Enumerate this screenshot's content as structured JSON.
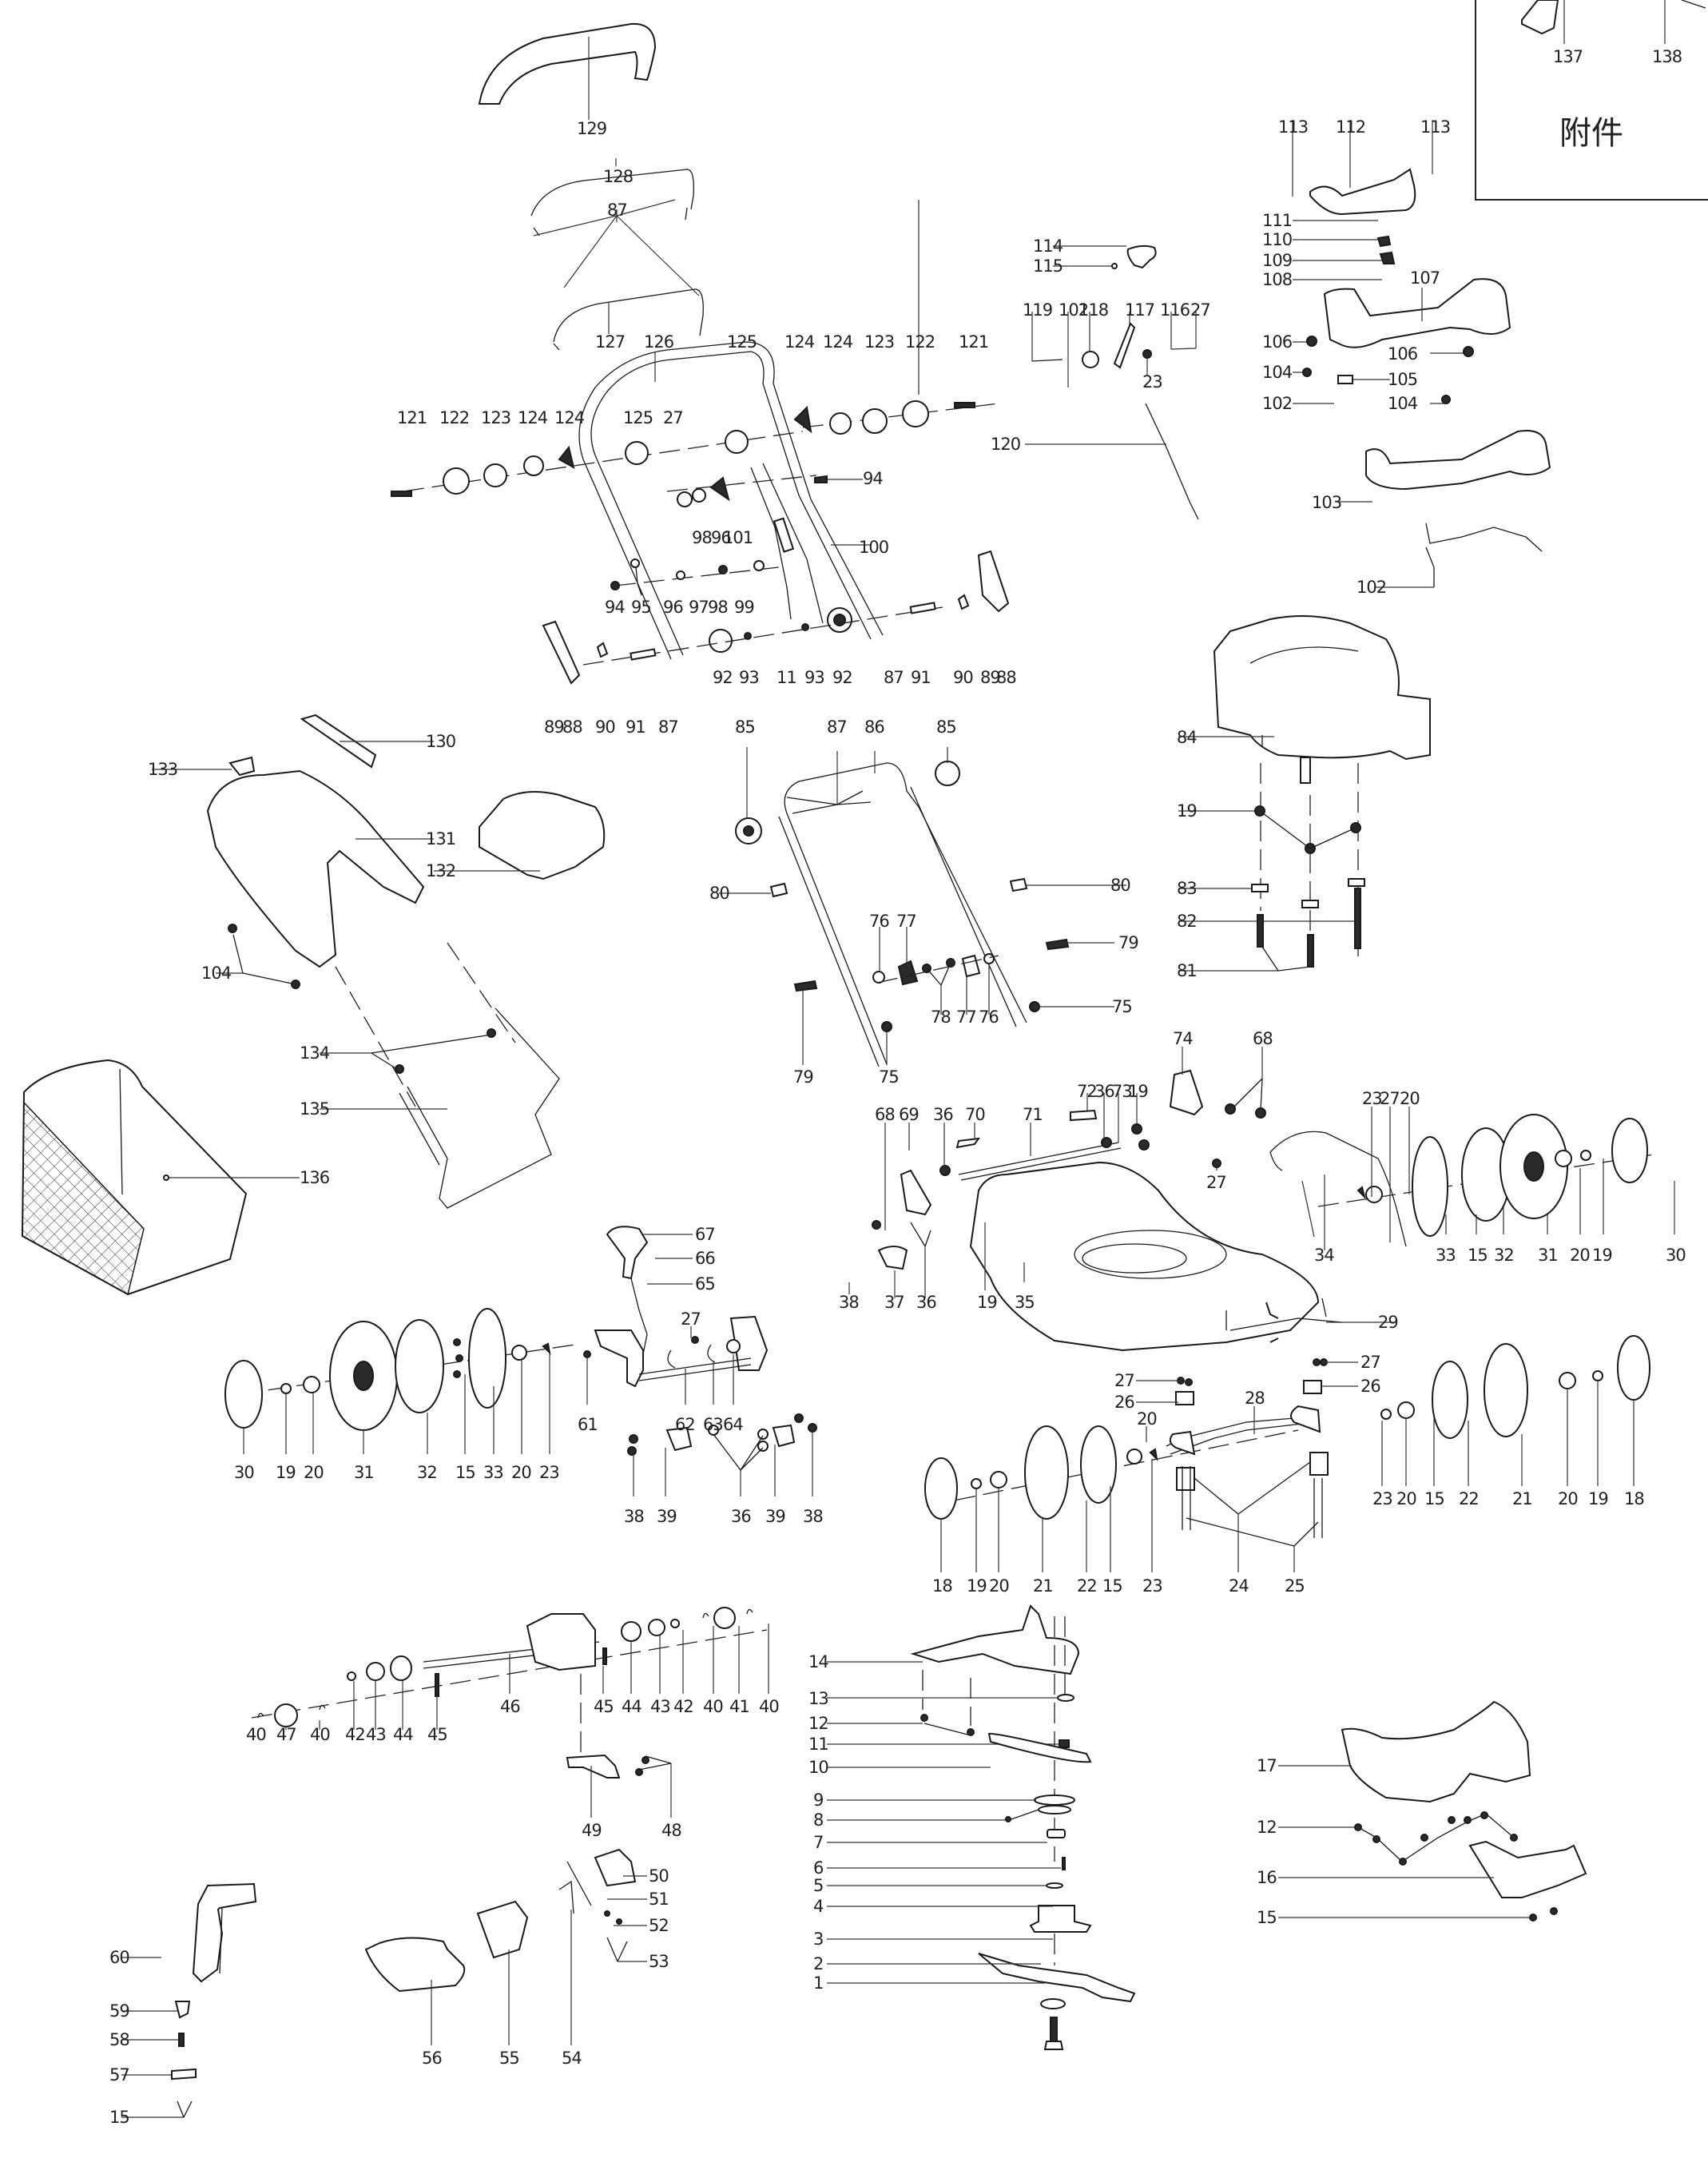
{
  "diagram": {
    "title": "Lawn mower exploded parts diagram",
    "accessory_box": {
      "title": "附件",
      "parts": [
        "137",
        "138"
      ]
    },
    "callouts": [
      {
        "id": "c129",
        "label": "129"
      },
      {
        "id": "c128",
        "label": "128"
      },
      {
        "id": "c87a",
        "label": "87"
      },
      {
        "id": "c127",
        "label": "127"
      },
      {
        "id": "c126",
        "label": "126"
      },
      {
        "id": "c125a",
        "label": "125"
      },
      {
        "id": "c124a",
        "label": "124"
      },
      {
        "id": "c124b",
        "label": "124"
      },
      {
        "id": "c123a",
        "label": "123"
      },
      {
        "id": "c122a",
        "label": "122"
      },
      {
        "id": "c121a",
        "label": "121"
      },
      {
        "id": "c121b",
        "label": "121"
      },
      {
        "id": "c122b",
        "label": "122"
      },
      {
        "id": "c123b",
        "label": "123"
      },
      {
        "id": "c124c",
        "label": "124"
      },
      {
        "id": "c124d",
        "label": "124"
      },
      {
        "id": "c125b",
        "label": "125"
      },
      {
        "id": "c27a",
        "label": "27"
      },
      {
        "id": "c94a",
        "label": "94"
      },
      {
        "id": "c98a",
        "label": "98"
      },
      {
        "id": "c96a",
        "label": "96"
      },
      {
        "id": "c101",
        "label": "101"
      },
      {
        "id": "c100",
        "label": "100"
      },
      {
        "id": "c94b",
        "label": "94"
      },
      {
        "id": "c95",
        "label": "95"
      },
      {
        "id": "c96b",
        "label": "96"
      },
      {
        "id": "c97",
        "label": "97"
      },
      {
        "id": "c98b",
        "label": "98"
      },
      {
        "id": "c99",
        "label": "99"
      },
      {
        "id": "c92a",
        "label": "92"
      },
      {
        "id": "c93a",
        "label": "93"
      },
      {
        "id": "c11",
        "label": "11"
      },
      {
        "id": "c93b",
        "label": "93"
      },
      {
        "id": "c92b",
        "label": "92"
      },
      {
        "id": "c87b",
        "label": "87"
      },
      {
        "id": "c91a",
        "label": "91"
      },
      {
        "id": "c90a",
        "label": "90"
      },
      {
        "id": "c89a",
        "label": "89"
      },
      {
        "id": "c88a",
        "label": "88"
      },
      {
        "id": "c89b",
        "label": "89"
      },
      {
        "id": "c88b",
        "label": "88"
      },
      {
        "id": "c90b",
        "label": "90"
      },
      {
        "id": "c91b",
        "label": "91"
      },
      {
        "id": "c87c",
        "label": "87"
      },
      {
        "id": "c114",
        "label": "114"
      },
      {
        "id": "c115",
        "label": "115"
      },
      {
        "id": "c119",
        "label": "119"
      },
      {
        "id": "c102a",
        "label": "102"
      },
      {
        "id": "c118",
        "label": "118"
      },
      {
        "id": "c117",
        "label": "117"
      },
      {
        "id": "c116",
        "label": "116"
      },
      {
        "id": "c27b",
        "label": "27"
      },
      {
        "id": "c23a",
        "label": "23"
      },
      {
        "id": "c120",
        "label": "120"
      },
      {
        "id": "c113a",
        "label": "113"
      },
      {
        "id": "c112",
        "label": "112"
      },
      {
        "id": "c113b",
        "label": "113"
      },
      {
        "id": "c111",
        "label": "111"
      },
      {
        "id": "c110",
        "label": "110"
      },
      {
        "id": "c109",
        "label": "109"
      },
      {
        "id": "c108",
        "label": "108"
      },
      {
        "id": "c107",
        "label": "107"
      },
      {
        "id": "c106a",
        "label": "106"
      },
      {
        "id": "c106b",
        "label": "106"
      },
      {
        "id": "c104a",
        "label": "104"
      },
      {
        "id": "c105",
        "label": "105"
      },
      {
        "id": "c102b",
        "label": "102"
      },
      {
        "id": "c104b",
        "label": "104"
      },
      {
        "id": "c103",
        "label": "103"
      },
      {
        "id": "c102c",
        "label": "102"
      },
      {
        "id": "c130",
        "label": "130"
      },
      {
        "id": "c133",
        "label": "133"
      },
      {
        "id": "c131",
        "label": "131"
      },
      {
        "id": "c132",
        "label": "132"
      },
      {
        "id": "c104c",
        "label": "104"
      },
      {
        "id": "c134",
        "label": "134"
      },
      {
        "id": "c135",
        "label": "135"
      },
      {
        "id": "c136",
        "label": "136"
      },
      {
        "id": "c85a",
        "label": "85"
      },
      {
        "id": "c87d",
        "label": "87"
      },
      {
        "id": "c86",
        "label": "86"
      },
      {
        "id": "c85b",
        "label": "85"
      },
      {
        "id": "c80a",
        "label": "80"
      },
      {
        "id": "c80b",
        "label": "80"
      },
      {
        "id": "c76a",
        "label": "76"
      },
      {
        "id": "c77a",
        "label": "77"
      },
      {
        "id": "c79a",
        "label": "79"
      },
      {
        "id": "c78",
        "label": "78"
      },
      {
        "id": "c77b",
        "label": "77"
      },
      {
        "id": "c76b",
        "label": "76"
      },
      {
        "id": "c75a",
        "label": "75"
      },
      {
        "id": "c79b",
        "label": "79"
      },
      {
        "id": "c75b",
        "label": "75"
      },
      {
        "id": "c84",
        "label": "84"
      },
      {
        "id": "c19a",
        "label": "19"
      },
      {
        "id": "c83",
        "label": "83"
      },
      {
        "id": "c82",
        "label": "82"
      },
      {
        "id": "c81",
        "label": "81"
      },
      {
        "id": "c74",
        "label": "74"
      },
      {
        "id": "c68a",
        "label": "68"
      },
      {
        "id": "c72",
        "label": "72"
      },
      {
        "id": "c36a",
        "label": "36"
      },
      {
        "id": "c73",
        "label": "73"
      },
      {
        "id": "c19b",
        "label": "19"
      },
      {
        "id": "c68b",
        "label": "68"
      },
      {
        "id": "c69",
        "label": "69"
      },
      {
        "id": "c36b",
        "label": "36"
      },
      {
        "id": "c70",
        "label": "70"
      },
      {
        "id": "c71",
        "label": "71"
      },
      {
        "id": "c27c",
        "label": "27"
      },
      {
        "id": "c38a",
        "label": "38"
      },
      {
        "id": "c37",
        "label": "37"
      },
      {
        "id": "c36c",
        "label": "36"
      },
      {
        "id": "c19c",
        "label": "19"
      },
      {
        "id": "c35",
        "label": "35"
      },
      {
        "id": "c29",
        "label": "29"
      },
      {
        "id": "c34",
        "label": "34"
      },
      {
        "id": "c23b",
        "label": "23"
      },
      {
        "id": "c27d",
        "label": "27"
      },
      {
        "id": "c20a",
        "label": "20"
      },
      {
        "id": "c33a",
        "label": "33"
      },
      {
        "id": "c15a",
        "label": "15"
      },
      {
        "id": "c32a",
        "label": "32"
      },
      {
        "id": "c31a",
        "label": "31"
      },
      {
        "id": "c20b",
        "label": "20"
      },
      {
        "id": "c19d",
        "label": "19"
      },
      {
        "id": "c30a",
        "label": "30"
      },
      {
        "id": "c67",
        "label": "67"
      },
      {
        "id": "c66",
        "label": "66"
      },
      {
        "id": "c65",
        "label": "65"
      },
      {
        "id": "c27e",
        "label": "27"
      },
      {
        "id": "c61",
        "label": "61"
      },
      {
        "id": "c62",
        "label": "62"
      },
      {
        "id": "c63",
        "label": "63"
      },
      {
        "id": "c64",
        "label": "64"
      },
      {
        "id": "c38b",
        "label": "38"
      },
      {
        "id": "c39a",
        "label": "39"
      },
      {
        "id": "c36d",
        "label": "36"
      },
      {
        "id": "c39b",
        "label": "39"
      },
      {
        "id": "c38c",
        "label": "38"
      },
      {
        "id": "c30b",
        "label": "30"
      },
      {
        "id": "c19e",
        "label": "19"
      },
      {
        "id": "c20c",
        "label": "20"
      },
      {
        "id": "c31b",
        "label": "31"
      },
      {
        "id": "c32b",
        "label": "32"
      },
      {
        "id": "c15b",
        "label": "15"
      },
      {
        "id": "c33b",
        "label": "33"
      },
      {
        "id": "c20d",
        "label": "20"
      },
      {
        "id": "c23c",
        "label": "23"
      },
      {
        "id": "c27f",
        "label": "27"
      },
      {
        "id": "c26a",
        "label": "26"
      },
      {
        "id": "c28",
        "label": "28"
      },
      {
        "id": "c27g",
        "label": "27"
      },
      {
        "id": "c26b",
        "label": "26"
      },
      {
        "id": "c20e",
        "label": "20"
      },
      {
        "id": "c18a",
        "label": "18"
      },
      {
        "id": "c19f",
        "label": "19"
      },
      {
        "id": "c20f",
        "label": "20"
      },
      {
        "id": "c21a",
        "label": "21"
      },
      {
        "id": "c22a",
        "label": "22"
      },
      {
        "id": "c15c",
        "label": "15"
      },
      {
        "id": "c23d",
        "label": "23"
      },
      {
        "id": "c24",
        "label": "24"
      },
      {
        "id": "c25",
        "label": "25"
      },
      {
        "id": "c23e",
        "label": "23"
      },
      {
        "id": "c20g",
        "label": "20"
      },
      {
        "id": "c15d",
        "label": "15"
      },
      {
        "id": "c22b",
        "label": "22"
      },
      {
        "id": "c21b",
        "label": "21"
      },
      {
        "id": "c20h",
        "label": "20"
      },
      {
        "id": "c19g",
        "label": "19"
      },
      {
        "id": "c18b",
        "label": "18"
      },
      {
        "id": "c40a",
        "label": "40"
      },
      {
        "id": "c47",
        "label": "47"
      },
      {
        "id": "c40b",
        "label": "40"
      },
      {
        "id": "c42a",
        "label": "42"
      },
      {
        "id": "c43a",
        "label": "43"
      },
      {
        "id": "c44a",
        "label": "44"
      },
      {
        "id": "c45a",
        "label": "45"
      },
      {
        "id": "c46",
        "label": "46"
      },
      {
        "id": "c45b",
        "label": "45"
      },
      {
        "id": "c44b",
        "label": "44"
      },
      {
        "id": "c43b",
        "label": "43"
      },
      {
        "id": "c42b",
        "label": "42"
      },
      {
        "id": "c40c",
        "label": "40"
      },
      {
        "id": "c41",
        "label": "41"
      },
      {
        "id": "c40d",
        "label": "40"
      },
      {
        "id": "c49",
        "label": "49"
      },
      {
        "id": "c48",
        "label": "48"
      },
      {
        "id": "c14",
        "label": "14"
      },
      {
        "id": "c13",
        "label": "13"
      },
      {
        "id": "c12a",
        "label": "12"
      },
      {
        "id": "c11b",
        "label": "11"
      },
      {
        "id": "c10",
        "label": "10"
      },
      {
        "id": "c9",
        "label": "9"
      },
      {
        "id": "c8",
        "label": "8"
      },
      {
        "id": "c7",
        "label": "7"
      },
      {
        "id": "c6",
        "label": "6"
      },
      {
        "id": "c5",
        "label": "5"
      },
      {
        "id": "c4",
        "label": "4"
      },
      {
        "id": "c3",
        "label": "3"
      },
      {
        "id": "c2",
        "label": "2"
      },
      {
        "id": "c1",
        "label": "1"
      },
      {
        "id": "c17",
        "label": "17"
      },
      {
        "id": "c12b",
        "label": "12"
      },
      {
        "id": "c16",
        "label": "16"
      },
      {
        "id": "c15e",
        "label": "15"
      },
      {
        "id": "c60",
        "label": "60"
      },
      {
        "id": "c59",
        "label": "59"
      },
      {
        "id": "c58",
        "label": "58"
      },
      {
        "id": "c57",
        "label": "57"
      },
      {
        "id": "c15f",
        "label": "15"
      },
      {
        "id": "c56",
        "label": "56"
      },
      {
        "id": "c55",
        "label": "55"
      },
      {
        "id": "c54",
        "label": "54"
      },
      {
        "id": "c50",
        "label": "50"
      },
      {
        "id": "c51",
        "label": "51"
      },
      {
        "id": "c52",
        "label": "52"
      },
      {
        "id": "c53",
        "label": "53"
      }
    ]
  }
}
